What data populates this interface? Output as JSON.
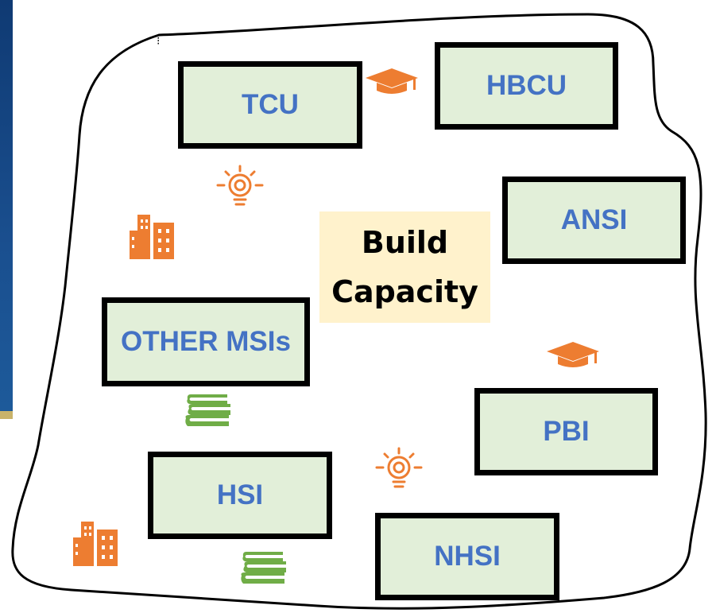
{
  "center": {
    "line1": "Build",
    "line2": "Capacity"
  },
  "institutions": [
    {
      "id": "tcu",
      "label": "TCU"
    },
    {
      "id": "hbcu",
      "label": "HBCU"
    },
    {
      "id": "ansi",
      "label": "ANSI"
    },
    {
      "id": "other",
      "label": "OTHER MSIs"
    },
    {
      "id": "pbi",
      "label": "PBI"
    },
    {
      "id": "hsi",
      "label": "HSI"
    },
    {
      "id": "nhsi",
      "label": "NHSI"
    }
  ],
  "colors": {
    "box_fill": "#e2efd9",
    "box_border": "#000000",
    "box_text": "#4472c4",
    "center_fill": "#fff2cc",
    "icon_orange": "#ed7d31",
    "icon_green": "#70ad47"
  },
  "icons": [
    "graduation-cap-icon",
    "lightbulb-icon",
    "buildings-icon",
    "books-icon"
  ]
}
